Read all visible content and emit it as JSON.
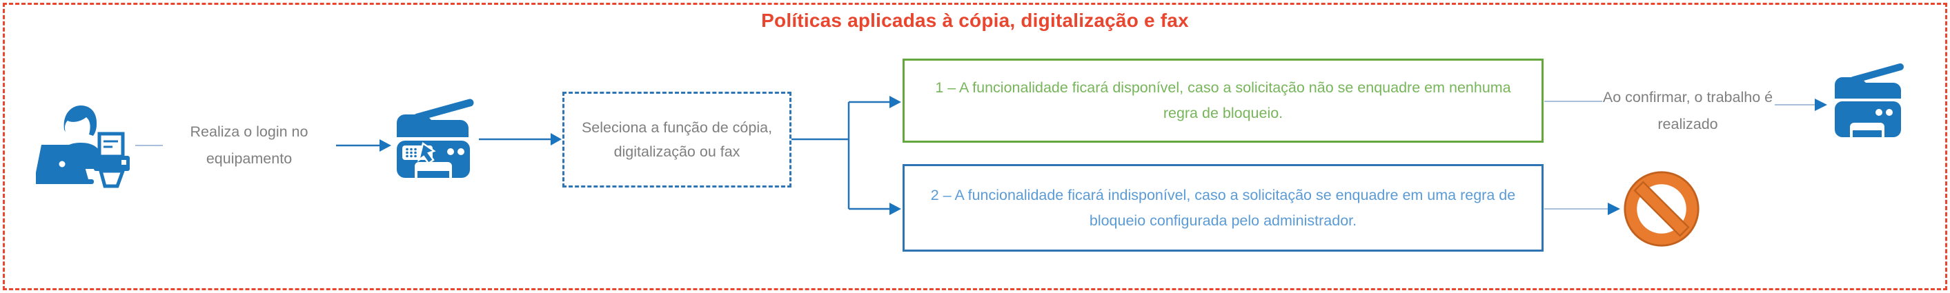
{
  "title": {
    "text": "Políticas aplicadas à cópia, digitalização e fax",
    "color": "#E8462E"
  },
  "nodes": {
    "login_step": "Realiza o login no equipamento",
    "select_function_step": "Seleciona a função de cópia, digitalização ou fax",
    "outcome_allowed": "1 – A funcionalidade ficará disponível, caso a solicitação não se enquadre em nenhuma regra de bloqueio.",
    "outcome_blocked": "2 – A funcionalidade ficará indisponível, caso a solicitação se enquadre em uma regra de bloqueio configurada pelo administrador.",
    "confirm_step": "Ao confirmar, o trabalho é realizado"
  },
  "icons": {
    "user_login": "user-at-laptop-with-printer-icon",
    "equipment": "multifunction-printer-icon",
    "job_done": "printer-icon",
    "blocked": "prohibition-icon"
  },
  "colors": {
    "frame_and_title_red": "#E8462E",
    "icon_blue": "#1B76BC",
    "connector_blue": "#2273BA",
    "connector_light_blue": "#A8C0DC",
    "arrowhead_blue": "#1B74BE",
    "dashed_box_border": "#2E75B6",
    "green_box_border": "#66A63F",
    "green_box_text": "#77B55A",
    "blue_box_border": "#2E74B5",
    "blue_box_text": "#5B9BD5",
    "gray_text": "#7F7F7F",
    "prohibition_orange": "#E87B2E",
    "prohibition_outline": "#C2611D"
  }
}
